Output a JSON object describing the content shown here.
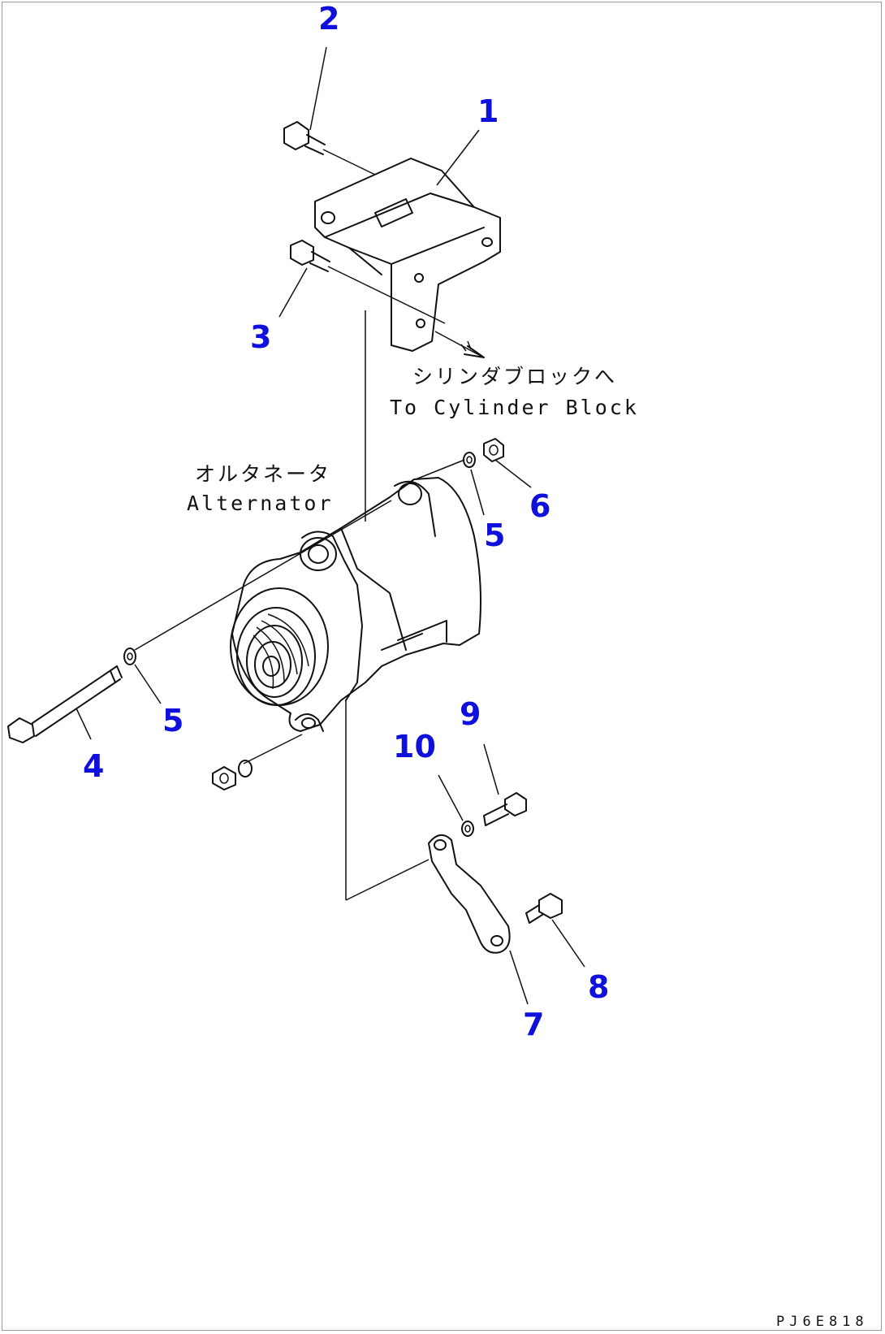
{
  "notes": {
    "cylinder_block_jp": "シリンダブロックへ",
    "cylinder_block_en": "To Cylinder Block",
    "alternator_jp": "オルタネータ",
    "alternator_en": "Alternator"
  },
  "callouts": {
    "c1": "1",
    "c2": "2",
    "c3": "3",
    "c4": "4",
    "c5a": "5",
    "c5b": "5",
    "c6": "6",
    "c7": "7",
    "c8": "8",
    "c9": "9",
    "c10": "10"
  },
  "drawing_code": "PJ6E818"
}
